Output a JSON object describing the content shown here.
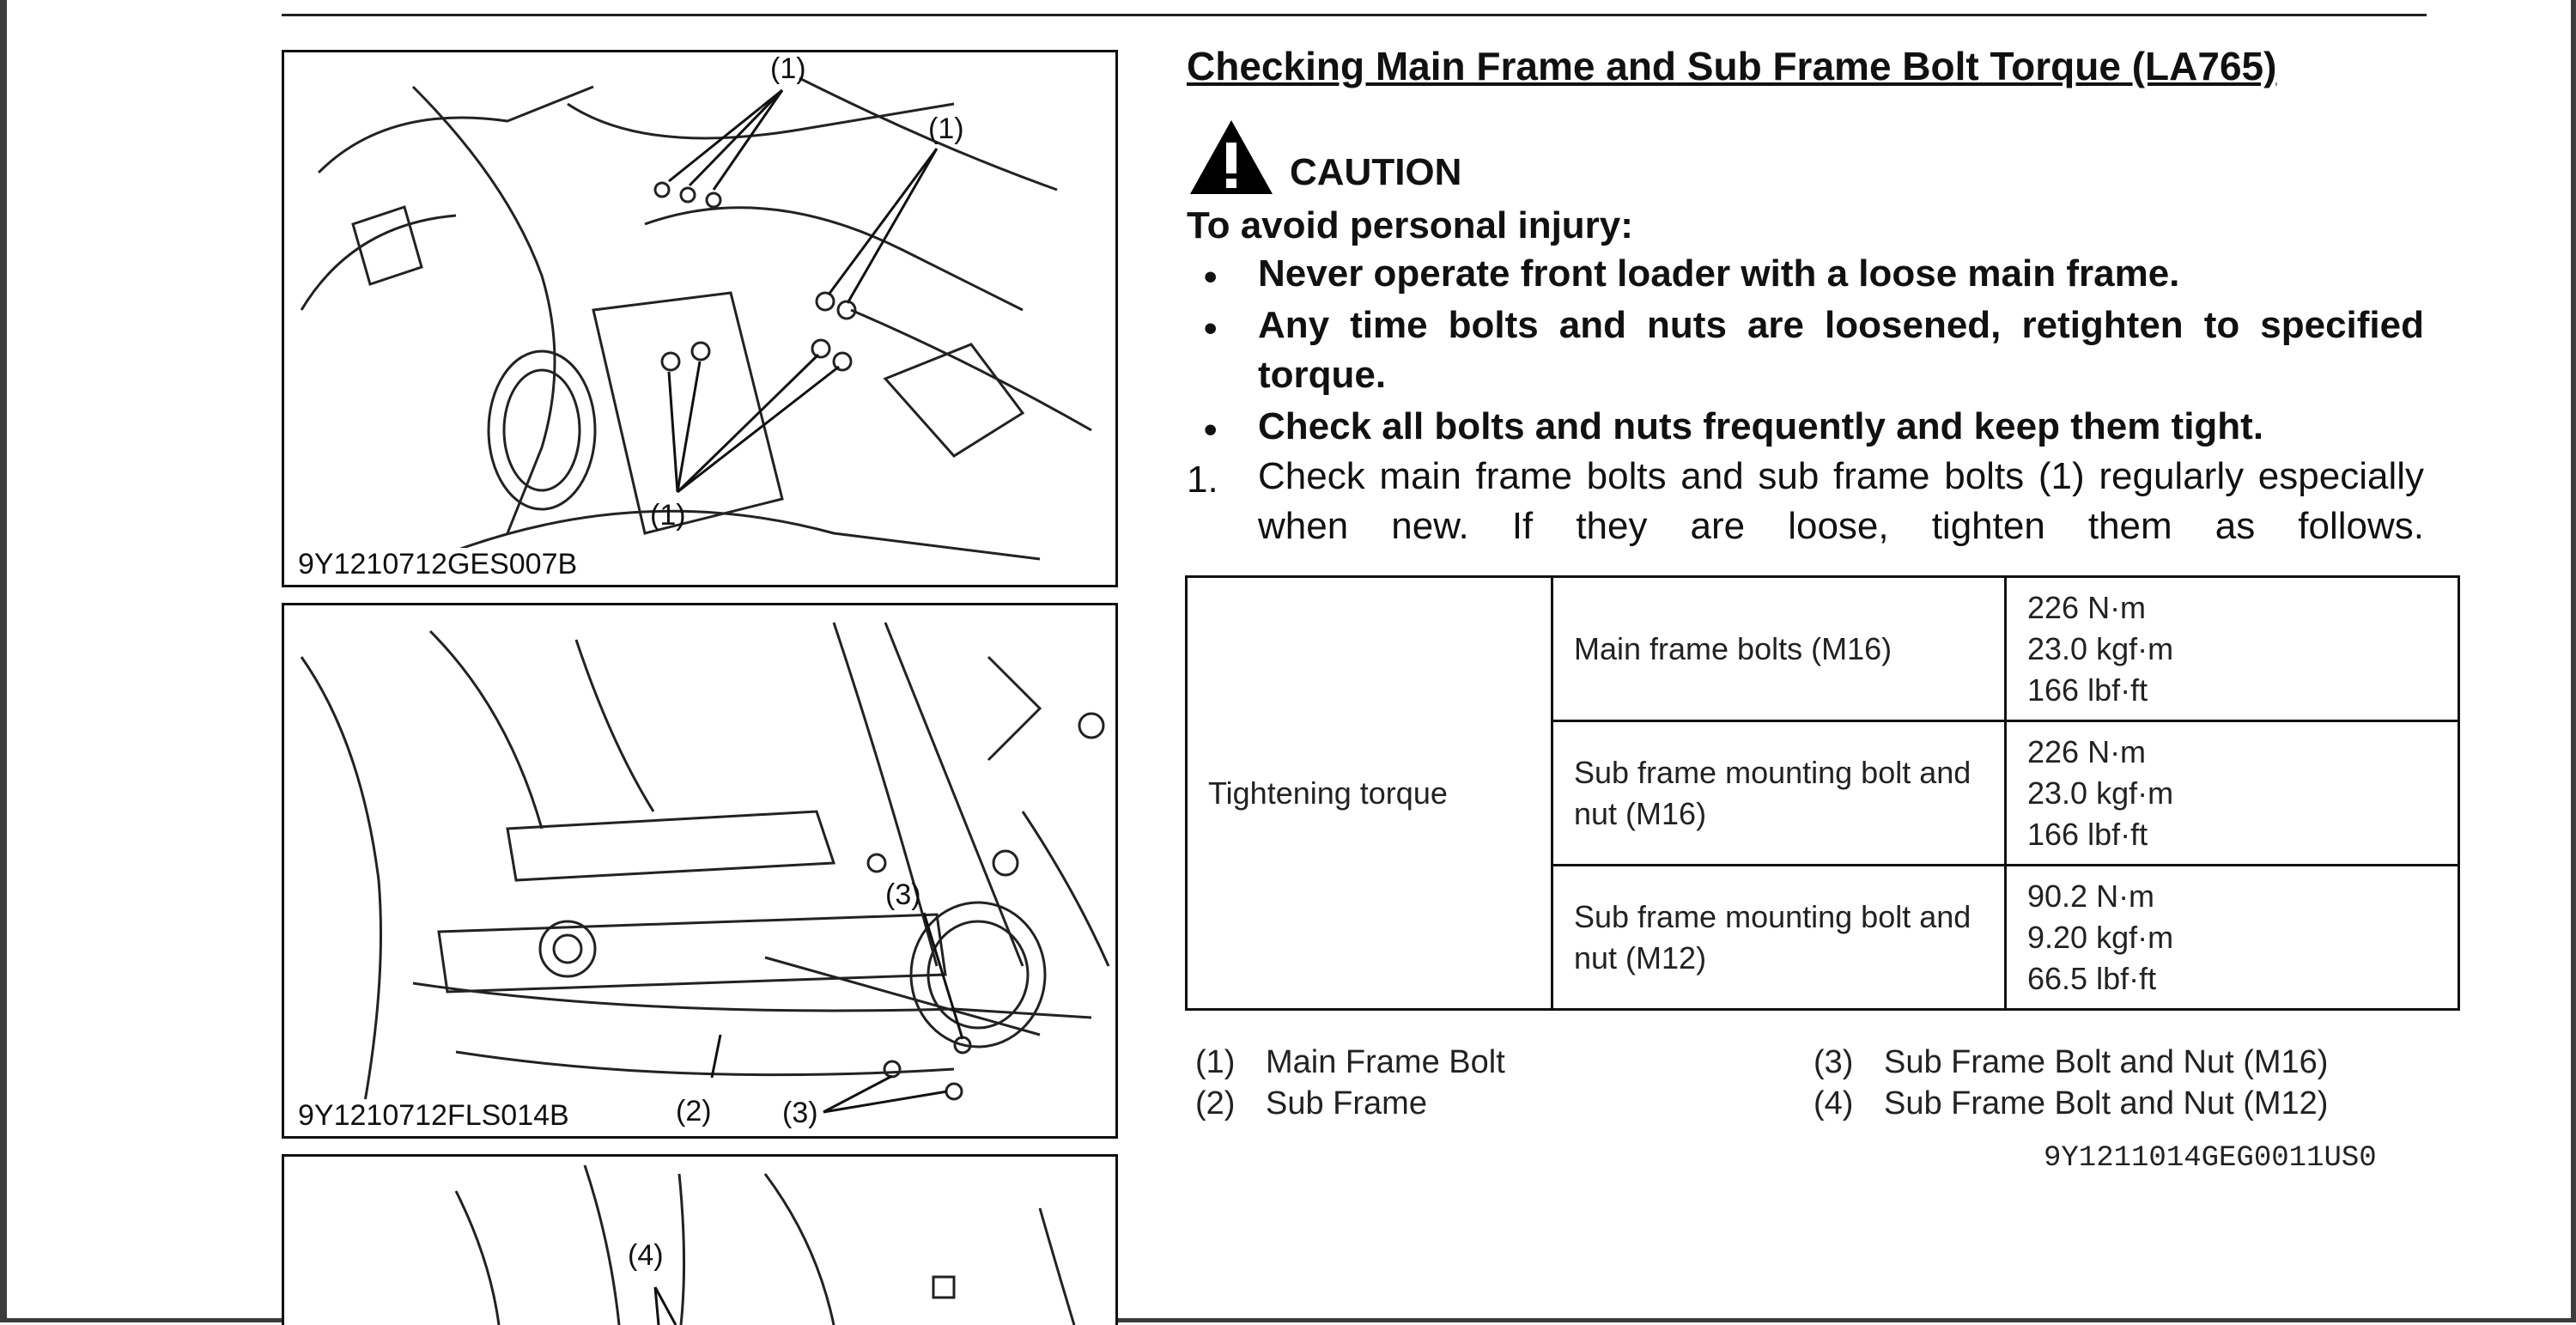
{
  "figures": [
    {
      "code": "9Y1210712GES007B",
      "callouts": [
        "(1)",
        "(1)",
        "(1)"
      ]
    },
    {
      "code": "9Y1210712FLS014B",
      "callouts": [
        "(3)",
        "(2)",
        "(3)"
      ]
    },
    {
      "code": "",
      "callouts": [
        "(4)"
      ]
    }
  ],
  "section": {
    "title": "Checking Main Frame and Sub Frame Bolt Torque (LA765)",
    "caution_word": "CAUTION",
    "warning_lead": "To avoid personal injury:",
    "bullet_glyph": "•",
    "bullets": [
      "Never operate front loader with a loose main frame.",
      "Any time bolts and nuts are loosened, retighten to specified torque.",
      "Check all bolts and nuts frequently and keep them tight."
    ],
    "step_number": "1.",
    "step_text": "Check main frame bolts and sub frame bolts (1) regularly especially when new. If they are loose, tighten them as follows."
  },
  "torque_table": {
    "row_header": "Tightening torque",
    "rows": [
      {
        "item": "Main frame bolts (M16)",
        "values": [
          "226 N·m",
          "23.0 kgf·m",
          "166 lbf·ft"
        ]
      },
      {
        "item": "Sub frame mounting bolt and nut (M16)",
        "values": [
          "226 N·m",
          "23.0 kgf·m",
          "166 lbf·ft"
        ]
      },
      {
        "item": "Sub frame mounting bolt and nut (M12)",
        "values": [
          "90.2 N·m",
          "9.20 kgf·m",
          "66.5 lbf·ft"
        ]
      }
    ]
  },
  "legend": [
    {
      "num": "(1)",
      "label": "Main Frame Bolt"
    },
    {
      "num": "(2)",
      "label": "Sub Frame"
    },
    {
      "num": "(3)",
      "label": "Sub Frame Bolt and Nut (M16)"
    },
    {
      "num": "(4)",
      "label": "Sub Frame Bolt and Nut (M12)"
    }
  ],
  "document_code": "9Y1211014GEG0011US0"
}
